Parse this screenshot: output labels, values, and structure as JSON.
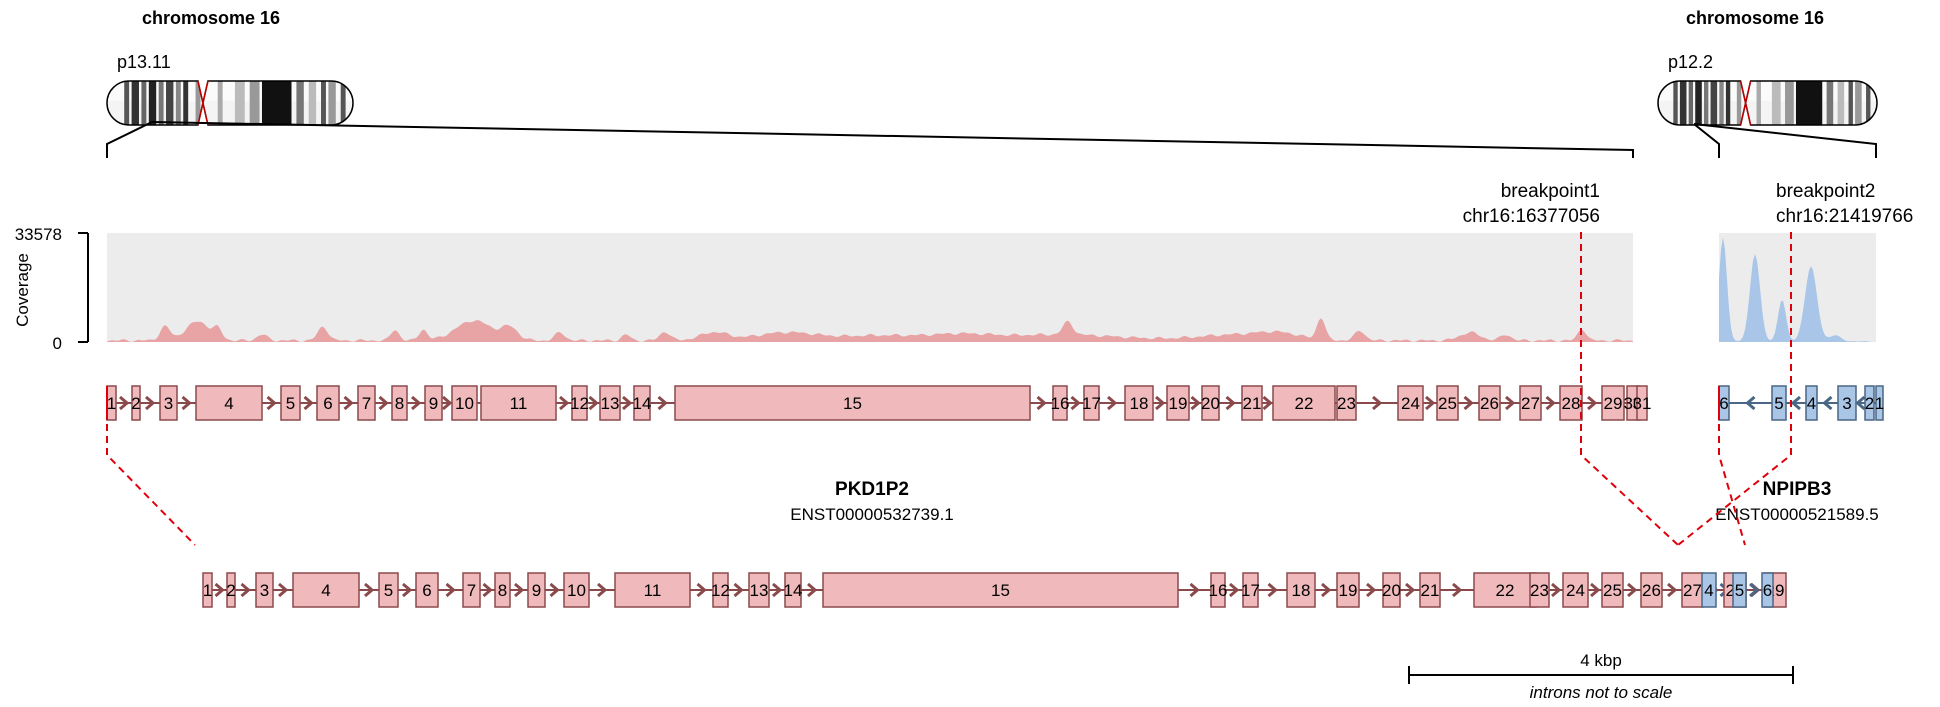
{
  "left_chromosome": {
    "title": "chromosome 16",
    "band": "p13.11"
  },
  "right_chromosome": {
    "title": "chromosome 16",
    "band": "p12.2"
  },
  "coverage": {
    "axis_label": "Coverage",
    "max_label": "33578",
    "min_label": "0"
  },
  "breakpoint1": {
    "label": "breakpoint1",
    "position": "chr16:16377056"
  },
  "breakpoint2": {
    "label": "breakpoint2",
    "position": "chr16:21419766"
  },
  "gene1": {
    "name": "PKD1P2",
    "transcript": "ENST00000532739.1",
    "exons": [
      "1",
      "2",
      "3",
      "4",
      "5",
      "6",
      "7",
      "8",
      "9",
      "10",
      "11",
      "12",
      "13",
      "14",
      "15",
      "16",
      "17",
      "18",
      "19",
      "20",
      "21",
      "22",
      "23",
      "24",
      "25",
      "26",
      "27",
      "28",
      "29",
      "30",
      "31"
    ]
  },
  "gene2": {
    "name": "NPIPB3",
    "transcript": "ENST00000521589.5",
    "exons": [
      "6",
      "5",
      "4",
      "3",
      "2",
      "1"
    ]
  },
  "fusion": {
    "exons": [
      "1",
      "2",
      "3",
      "4",
      "5",
      "6",
      "7",
      "8",
      "9",
      "10",
      "11",
      "12",
      "13",
      "14",
      "15",
      "16",
      "17",
      "18",
      "19",
      "20",
      "21",
      "22",
      "23",
      "24",
      "25",
      "26",
      "27",
      "28",
      "29",
      "4",
      "5",
      "6"
    ]
  },
  "scale": {
    "label": "4 kbp",
    "note": "introns not to scale"
  },
  "colors": {
    "gene1_fill": "#f0b9bb",
    "gene1_stroke": "#8a4a4c",
    "gene1_arrow": "#8a4a4c",
    "gene2_fill": "#a9c6e6",
    "gene2_stroke": "#4a6785",
    "gene2_arrow": "#4a6785",
    "coverage_bg": "#ececec",
    "coverage1": "#e8a3a5",
    "coverage2": "#a9c6e8",
    "breakpoint": "#e0000b"
  }
}
